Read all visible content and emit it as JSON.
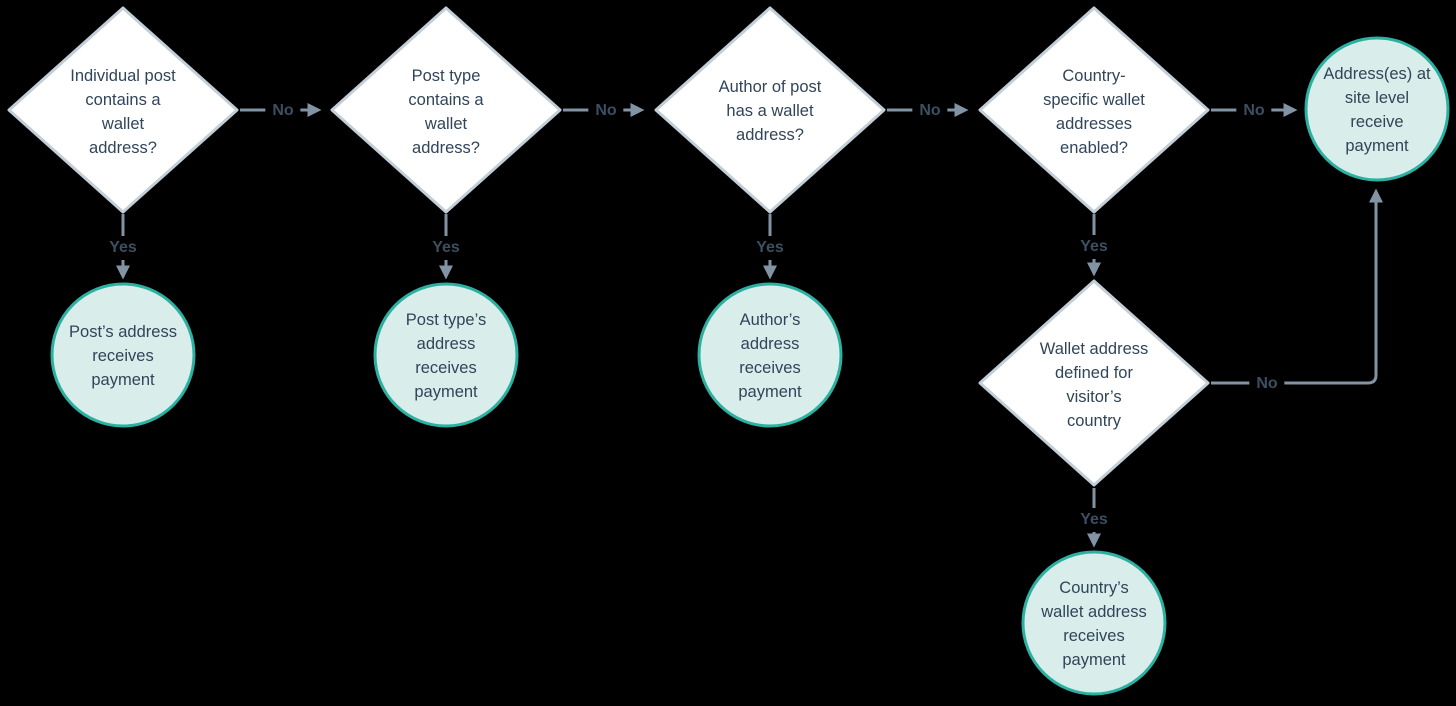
{
  "colors": {
    "background": "#000000",
    "decision_fill": "#ffffff",
    "decision_border": "#c3ced7",
    "terminal_fill": "#d9edea",
    "terminal_border": "#2bb1a1",
    "node_text": "#31455a",
    "connector": "#8294a3",
    "edge_label_text": "#3c4f61"
  },
  "nodes": {
    "d1": {
      "type": "decision",
      "label": "Individual post\ncontains a\nwallet\naddress?"
    },
    "d2": {
      "type": "decision",
      "label": "Post type\ncontains a\nwallet\naddress?"
    },
    "d3": {
      "type": "decision",
      "label": "Author of post\nhas a wallet\naddress?"
    },
    "d4": {
      "type": "decision",
      "label": "Country-\nspecific wallet\naddresses\nenabled?"
    },
    "d5": {
      "type": "decision",
      "label": "Wallet address\ndefined for\nvisitor’s\ncountry"
    },
    "c1": {
      "type": "terminal",
      "label": "Post’s address\nreceives\npayment"
    },
    "c2": {
      "type": "terminal",
      "label": "Post type’s\naddress\nreceives\npayment"
    },
    "c3": {
      "type": "terminal",
      "label": "Author’s\naddress\nreceives\npayment"
    },
    "c4": {
      "type": "terminal",
      "label": "Address(es) at\nsite level\nreceive\npayment"
    },
    "c5": {
      "type": "terminal",
      "label": "Country’s\nwallet address\nreceives\npayment"
    }
  },
  "edges": {
    "d1_d2": {
      "label": "No"
    },
    "d2_d3": {
      "label": "No"
    },
    "d3_d4": {
      "label": "No"
    },
    "d4_c4": {
      "label": "No"
    },
    "d5_c4": {
      "label": "No"
    },
    "d1_c1": {
      "label": "Yes"
    },
    "d2_c2": {
      "label": "Yes"
    },
    "d3_c3": {
      "label": "Yes"
    },
    "d4_d5": {
      "label": "Yes"
    },
    "d5_c5": {
      "label": "Yes"
    }
  }
}
